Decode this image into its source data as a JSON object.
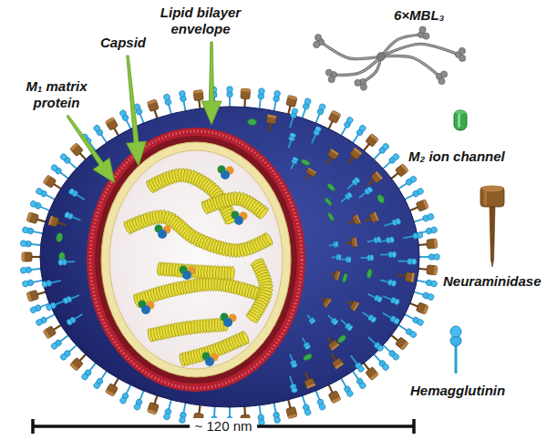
{
  "diagram": {
    "labels": [
      "Lipid bilayer envelope",
      "6×MBL₃",
      "Capsid",
      "M₁ matrix protein",
      "M₂ ion channel",
      "Neuraminidase",
      "Hemagglutinin",
      "~ 120 nm"
    ]
  }
}
